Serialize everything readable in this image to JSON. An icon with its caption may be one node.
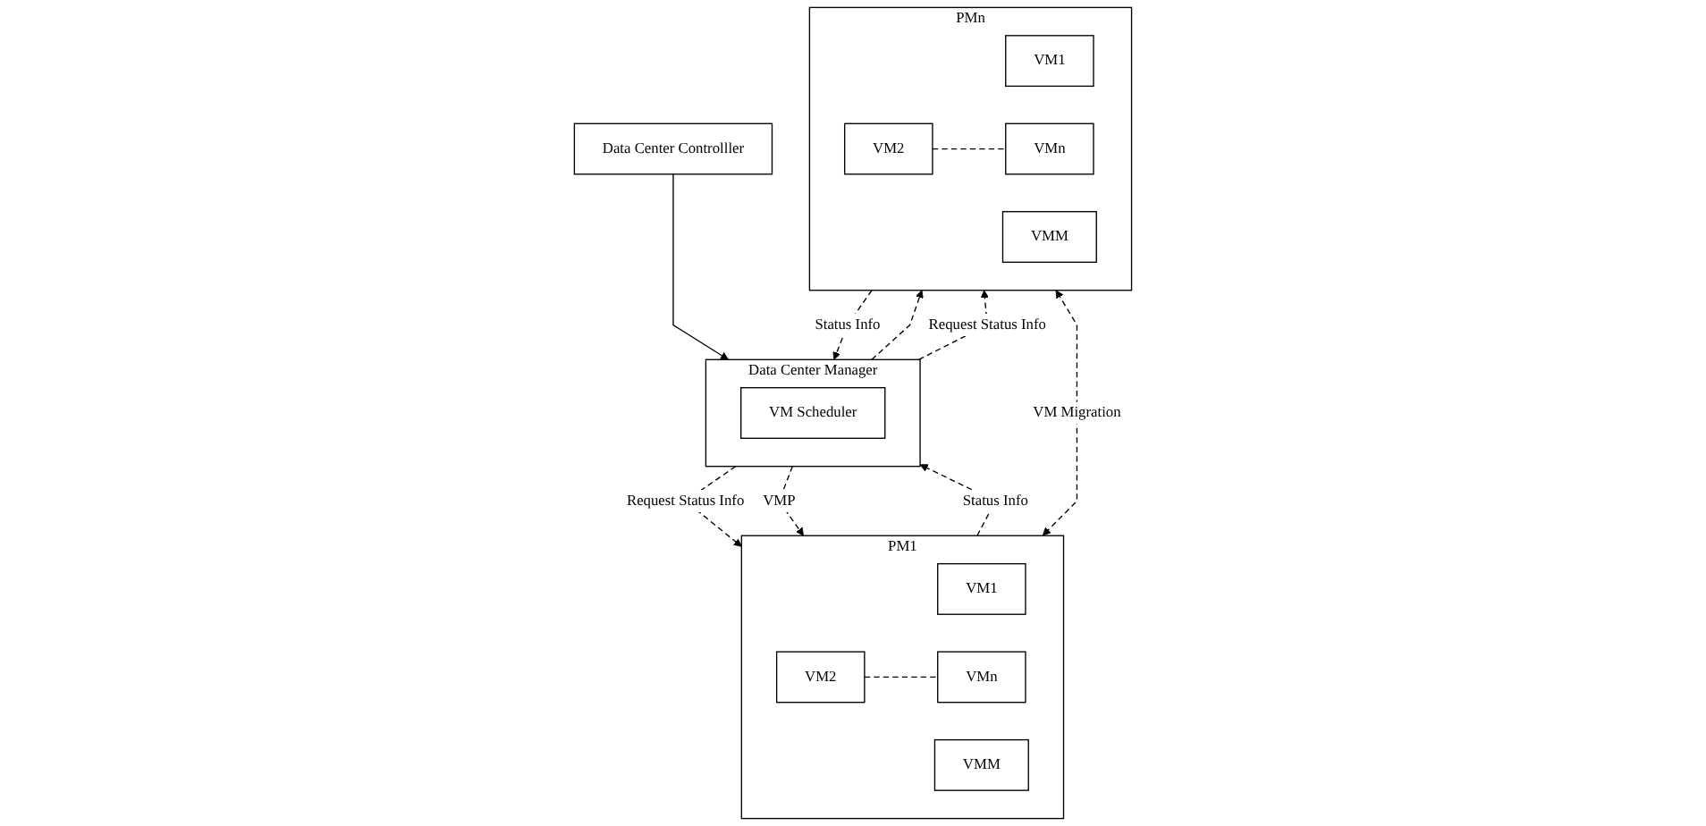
{
  "diagram": {
    "nodes": [
      {
        "text": [
          "Data Center Controlller"
        ]
      },
      {
        "text": [
          "Data Center Manager"
        ]
      },
      {
        "text": [
          "VM Scheduler"
        ],
        "in": 1
      },
      {
        "text": [
          "PM1"
        ]
      },
      {
        "text": [
          "VM1"
        ],
        "in": 3
      },
      {
        "text": [
          "VM2"
        ],
        "in": 3
      },
      {
        "text": [
          "VMn"
        ],
        "in": 3
      },
      {
        "text": [
          "VMM"
        ],
        "in": 3
      },
      {
        "text": [
          "PMn"
        ]
      },
      {
        "text": [
          "VM1"
        ],
        "in": 8
      },
      {
        "text": [
          "VM2"
        ],
        "in": 8
      },
      {
        "text": [
          "VMn"
        ],
        "in": 8
      },
      {
        "text": [
          "VMM"
        ],
        "in": 8
      }
    ],
    "edges": [
      {
        "from": 0,
        "to": 1,
        "arrow": "to"
      },
      {
        "from": 1,
        "to": 3,
        "arrow": "to",
        "label": "Request Status Info",
        "style": "dashed"
      },
      {
        "from": 3,
        "to": 1,
        "arrow": "to",
        "label": "Status Info",
        "style": "dashed"
      },
      {
        "from": 1,
        "to": 3,
        "arrow": "to",
        "label": "VMP",
        "style": "dashed"
      },
      {
        "from": 1,
        "to": 8,
        "arrow": "to",
        "style": "dashed"
      },
      {
        "from": 1,
        "to": 8,
        "arrow": "to",
        "label": "Request Status Info",
        "style": "dashed"
      },
      {
        "from": 8,
        "to": 1,
        "arrow": "to",
        "label": "Status Info",
        "style": "dashed"
      },
      {
        "from": 3,
        "to": 8,
        "arrow": "both",
        "label": "VM Migration",
        "style": "dashed"
      },
      {
        "from": 5,
        "to": 6,
        "arrow": "none",
        "style": "dashed"
      },
      {
        "from": 10,
        "to": 11,
        "arrow": "none",
        "style": "dashed"
      }
    ]
  }
}
